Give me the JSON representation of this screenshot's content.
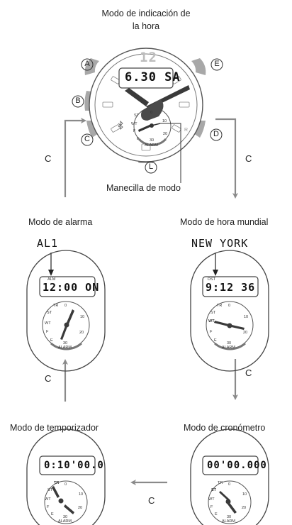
{
  "main_watch": {
    "title": "Modo de indicación de la hora",
    "title_line1": "Modo de indicación de",
    "title_line2": "la hora",
    "display": "6.30 SA",
    "twelve": "12",
    "buttons": [
      "A",
      "B",
      "C",
      "D",
      "E",
      "L"
    ],
    "dial_labels": {
      "st": "ST",
      "wt": "WT",
      "f": "F",
      "e": "E",
      "n0": "0",
      "n10": "10",
      "n20": "20",
      "n30": "30",
      "alarm": "ALARM",
      "r": "R"
    },
    "hand_caption": "Manecilla de modo"
  },
  "modes": {
    "alarm": {
      "title": "Modo de alarma",
      "seg_text": "AL1",
      "tag": "ALM",
      "display": "12:00 ON"
    },
    "world": {
      "title": "Modo de hora mundial",
      "seg_text": "NEW YORK",
      "tag": "DST",
      "display": "9:12 36"
    },
    "timer": {
      "title": "Modo de temporizador",
      "display": "0:10'00.0"
    },
    "stopwatch": {
      "title": "Modo de cronómetro",
      "display": "00'00.000"
    }
  },
  "mini_dial": {
    "tr": "TR",
    "st": "ST",
    "wt": "WT",
    "f": "F",
    "e": "E",
    "n0": "0",
    "n10": "10",
    "n20": "20",
    "n30": "30",
    "alarm": "ALARM"
  },
  "arrows": {
    "label": "C"
  },
  "colors": {
    "arrow": "#8a8a8a",
    "button": "#9a9a9a",
    "line": "#444444",
    "hand": "#3a3a3a"
  }
}
